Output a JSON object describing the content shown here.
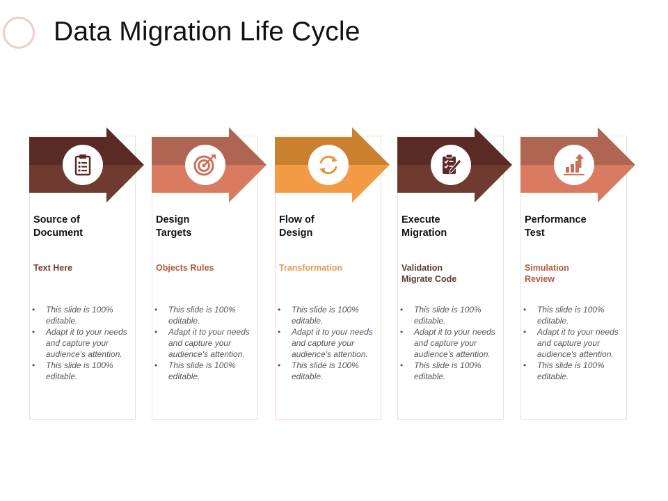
{
  "title": "Data Migration Life Cycle",
  "steps": [
    {
      "title_lines": [
        "Source of",
        "Document"
      ],
      "subtitle_lines": [
        "Text Here"
      ],
      "icon": "clipboard-list-icon",
      "color_top": "#5a2a24",
      "color_bottom": "#6f3a2f",
      "subtitle_color": "#7a3b2e",
      "bullets": [
        "This slide is 100% editable.",
        " Adapt it to your needs and capture your audience's attention.",
        "This slide is 100% editable."
      ]
    },
    {
      "title_lines": [
        "Design",
        "Targets"
      ],
      "subtitle_lines": [
        "Objects Rules"
      ],
      "icon": "target-icon",
      "color_top": "#b06553",
      "color_bottom": "#d97b60",
      "subtitle_color": "#b5583f",
      "bullets": [
        "This slide is 100% editable.",
        " Adapt it to your needs and capture your audience's attention.",
        "This slide is 100% editable."
      ]
    },
    {
      "title_lines": [
        "Flow of",
        "Design"
      ],
      "subtitle_lines": [
        "Transformation"
      ],
      "icon": "refresh-icon",
      "color_top": "#c9802f",
      "color_bottom": "#f29a44",
      "subtitle_color": "#e59a4e",
      "bullets": [
        "This slide is 100% editable.",
        " Adapt it to your needs and capture your audience's attention.",
        "This slide is 100% editable."
      ]
    },
    {
      "title_lines": [
        "Execute",
        "Migration"
      ],
      "subtitle_lines": [
        "Validation",
        "Migrate Code"
      ],
      "icon": "checklist-pen-icon",
      "color_top": "#5a2a24",
      "color_bottom": "#6f3a2f",
      "subtitle_color": "#5a3a33",
      "bullets": [
        "This slide is 100% editable.",
        " Adapt it to your needs and capture your audience's attention.",
        "This slide is 100% editable."
      ]
    },
    {
      "title_lines": [
        "Performance",
        "Test"
      ],
      "subtitle_lines": [
        "Simulation",
        "Review"
      ],
      "icon": "bar-chart-growth-icon",
      "color_top": "#b06553",
      "color_bottom": "#d97b60",
      "subtitle_color": "#b5583f",
      "bullets": [
        "This slide is 100% editable.",
        " Adapt it to your needs and capture your audience's attention.",
        "This slide is 100% editable."
      ]
    }
  ]
}
